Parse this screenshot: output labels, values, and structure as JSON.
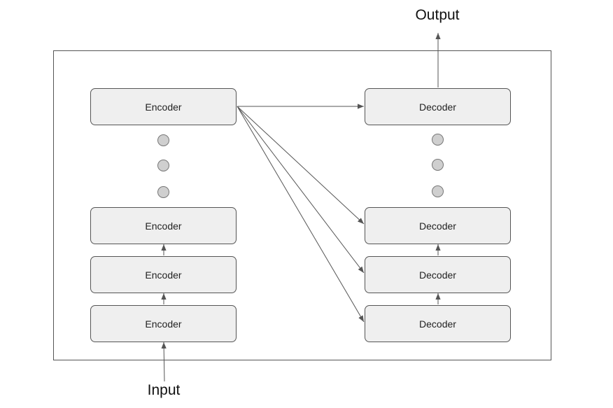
{
  "diagram": {
    "output_label": "Output",
    "input_label": "Input",
    "encoders": [
      {
        "label": "Encoder"
      },
      {
        "label": "Encoder"
      },
      {
        "label": "Encoder"
      },
      {
        "label": "Encoder"
      }
    ],
    "decoders": [
      {
        "label": "Decoder"
      },
      {
        "label": "Decoder"
      },
      {
        "label": "Decoder"
      },
      {
        "label": "Decoder"
      }
    ],
    "colors": {
      "block_fill": "#efefef",
      "stroke": "#555555",
      "dot_fill": "#cfcfcf"
    }
  }
}
